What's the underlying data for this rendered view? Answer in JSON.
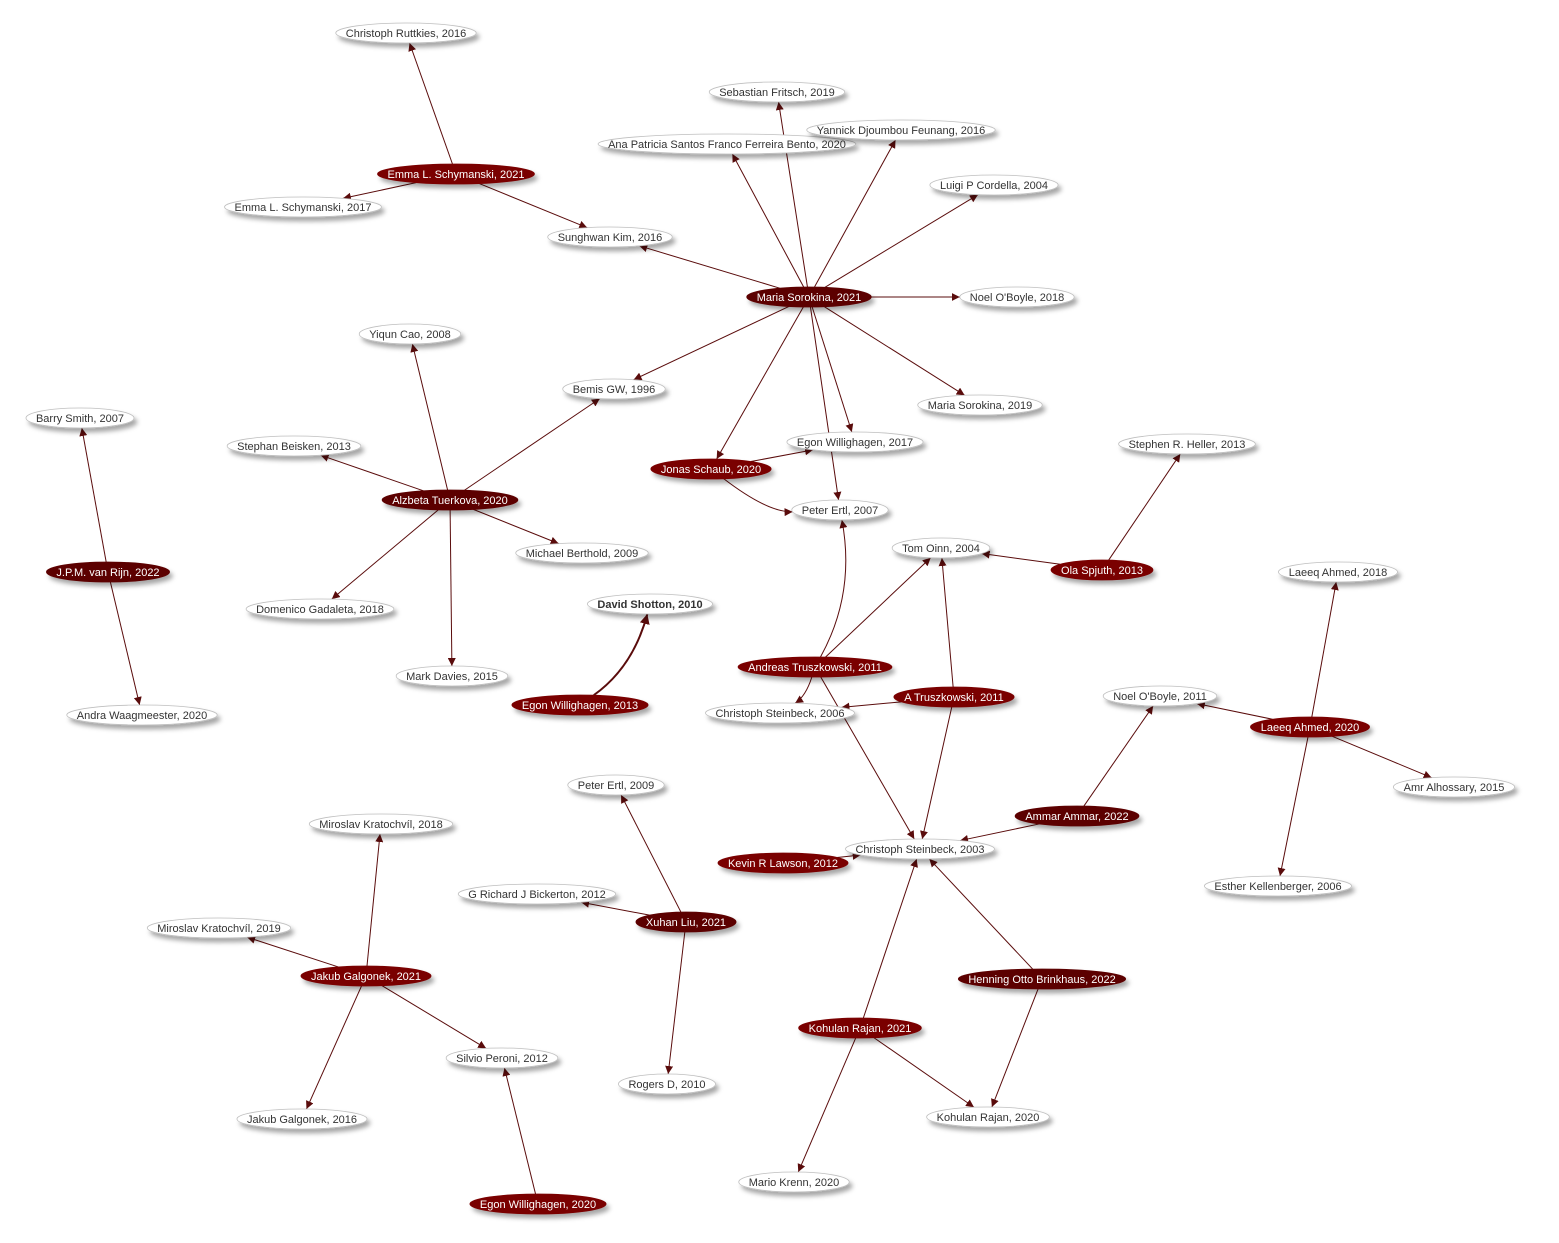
{
  "colors": {
    "edge": "#5a0c0c",
    "node_dark_fill": "#7a0606",
    "node_dark_text": "#ffffff",
    "node_light_fill": "#ffffff",
    "node_light_text": "#333333",
    "node_stroke": "#bfbfbf"
  },
  "nodes": [
    {
      "id": "ruttkies2016",
      "label": "Christoph Ruttkies, 2016",
      "style": "light"
    },
    {
      "id": "schymanski2021",
      "label": "Emma L. Schymanski, 2021",
      "style": "dark"
    },
    {
      "id": "schymanski2017",
      "label": "Emma L. Schymanski, 2017",
      "style": "light"
    },
    {
      "id": "kim2016",
      "label": "Sunghwan Kim, 2016",
      "style": "light"
    },
    {
      "id": "fritsch2019",
      "label": "Sebastian Fritsch, 2019",
      "style": "light"
    },
    {
      "id": "bento2020",
      "label": "Ana Patricia Santos Franco Ferreira Bento, 2020",
      "style": "light"
    },
    {
      "id": "djoumbou2016",
      "label": "Yannick Djoumbou Feunang, 2016",
      "style": "light"
    },
    {
      "id": "cordella2004",
      "label": "Luigi P Cordella, 2004",
      "style": "light"
    },
    {
      "id": "sorokina2021",
      "label": "Maria Sorokina, 2021",
      "style": "darker"
    },
    {
      "id": "oboyle2018",
      "label": "Noel O'Boyle, 2018",
      "style": "light"
    },
    {
      "id": "sorokina2019",
      "label": "Maria Sorokina, 2019",
      "style": "light"
    },
    {
      "id": "bemis1996",
      "label": "Bemis GW, 1996",
      "style": "light"
    },
    {
      "id": "cao2008",
      "label": "Yiqun Cao, 2008",
      "style": "light"
    },
    {
      "id": "beisken2013",
      "label": "Stephan Beisken, 2013",
      "style": "light"
    },
    {
      "id": "turkova2020",
      "label": "Alzbeta Tuerkova, 2020",
      "style": "darker"
    },
    {
      "id": "berthold2009",
      "label": "Michael Berthold, 2009",
      "style": "light"
    },
    {
      "id": "gadaleta2018",
      "label": "Domenico Gadaleta, 2018",
      "style": "light"
    },
    {
      "id": "davies2015",
      "label": "Mark Davies, 2015",
      "style": "light"
    },
    {
      "id": "smith2007",
      "label": "Barry Smith, 2007",
      "style": "light"
    },
    {
      "id": "vanrijn2022",
      "label": "J.P.M. van Rijn, 2022",
      "style": "darker"
    },
    {
      "id": "waagmeester2020",
      "label": "Andra Waagmeester, 2020",
      "style": "light"
    },
    {
      "id": "willighagen2017",
      "label": "Egon Willighagen, 2017",
      "style": "light"
    },
    {
      "id": "schaub2020",
      "label": "Jonas Schaub, 2020",
      "style": "dark"
    },
    {
      "id": "ertl2007",
      "label": "Peter Ertl, 2007",
      "style": "light"
    },
    {
      "id": "heller2013",
      "label": "Stephen R. Heller, 2013",
      "style": "light"
    },
    {
      "id": "oinn2004",
      "label": "Tom Oinn, 2004",
      "style": "light"
    },
    {
      "id": "spjuth2013",
      "label": "Ola Spjuth, 2013",
      "style": "dark"
    },
    {
      "id": "shotton2010",
      "label": "David Shotton, 2010",
      "style": "light",
      "bold": true
    },
    {
      "id": "willighagen2013",
      "label": "Egon Willighagen, 2013",
      "style": "dark"
    },
    {
      "id": "atruszkowski2011",
      "label": "Andreas Truszkowski, 2011",
      "style": "dark"
    },
    {
      "id": "truszkowski2011",
      "label": "A Truszkowski, 2011",
      "style": "dark"
    },
    {
      "id": "steinbeck2006",
      "label": "Christoph Steinbeck, 2006",
      "style": "light"
    },
    {
      "id": "ahmed2018",
      "label": "Laeeq Ahmed, 2018",
      "style": "light"
    },
    {
      "id": "oboyle2011",
      "label": "Noel O'Boyle, 2011",
      "style": "light"
    },
    {
      "id": "ahmed2020",
      "label": "Laeeq Ahmed, 2020",
      "style": "dark"
    },
    {
      "id": "alhossary2015",
      "label": "Amr Alhossary, 2015",
      "style": "light"
    },
    {
      "id": "ammar2022",
      "label": "Ammar Ammar, 2022",
      "style": "darker"
    },
    {
      "id": "steinbeck2003",
      "label": "Christoph Steinbeck, 2003",
      "style": "light"
    },
    {
      "id": "lawson2012",
      "label": "Kevin R Lawson, 2012",
      "style": "dark"
    },
    {
      "id": "kellenberger2006",
      "label": "Esther Kellenberger, 2006",
      "style": "light"
    },
    {
      "id": "ertl2009",
      "label": "Peter Ertl, 2009",
      "style": "light"
    },
    {
      "id": "bickerton2012",
      "label": "G Richard J Bickerton, 2012",
      "style": "light"
    },
    {
      "id": "liu2021",
      "label": "Xuhan Liu, 2021",
      "style": "darker"
    },
    {
      "id": "rogers2010",
      "label": "Rogers D, 2010",
      "style": "light"
    },
    {
      "id": "kratochvil2018",
      "label": "Miroslav Kratochvíl, 2018",
      "style": "light"
    },
    {
      "id": "kratochvil2019",
      "label": "Miroslav Kratochvíl, 2019",
      "style": "light"
    },
    {
      "id": "galgonek2021",
      "label": "Jakub Galgonek, 2021",
      "style": "dark"
    },
    {
      "id": "peroni2012",
      "label": "Silvio Peroni, 2012",
      "style": "light"
    },
    {
      "id": "galgonek2016",
      "label": "Jakub Galgonek, 2016",
      "style": "light"
    },
    {
      "id": "willighagen2020",
      "label": "Egon Willighagen, 2020",
      "style": "dark"
    },
    {
      "id": "brinkhaus2022",
      "label": "Henning Otto Brinkhaus, 2022",
      "style": "darker"
    },
    {
      "id": "rajan2021",
      "label": "Kohulan Rajan, 2021",
      "style": "dark"
    },
    {
      "id": "rajan2020",
      "label": "Kohulan Rajan, 2020",
      "style": "light"
    },
    {
      "id": "krenn2020",
      "label": "Mario Krenn, 2020",
      "style": "light"
    }
  ],
  "edges": [
    {
      "from": "schymanski2021",
      "to": "ruttkies2016"
    },
    {
      "from": "schymanski2021",
      "to": "schymanski2017"
    },
    {
      "from": "schymanski2021",
      "to": "kim2016"
    },
    {
      "from": "sorokina2021",
      "to": "kim2016"
    },
    {
      "from": "sorokina2021",
      "to": "fritsch2019"
    },
    {
      "from": "sorokina2021",
      "to": "bento2020"
    },
    {
      "from": "sorokina2021",
      "to": "djoumbou2016"
    },
    {
      "from": "sorokina2021",
      "to": "cordella2004"
    },
    {
      "from": "sorokina2021",
      "to": "oboyle2018"
    },
    {
      "from": "sorokina2021",
      "to": "sorokina2019"
    },
    {
      "from": "sorokina2021",
      "to": "bemis1996"
    },
    {
      "from": "sorokina2021",
      "to": "willighagen2017"
    },
    {
      "from": "sorokina2021",
      "to": "schaub2020"
    },
    {
      "from": "sorokina2021",
      "to": "ertl2007"
    },
    {
      "from": "turkova2020",
      "to": "cao2008"
    },
    {
      "from": "turkova2020",
      "to": "beisken2013"
    },
    {
      "from": "turkova2020",
      "to": "bemis1996"
    },
    {
      "from": "turkova2020",
      "to": "berthold2009"
    },
    {
      "from": "turkova2020",
      "to": "gadaleta2018"
    },
    {
      "from": "turkova2020",
      "to": "davies2015"
    },
    {
      "from": "vanrijn2022",
      "to": "smith2007"
    },
    {
      "from": "vanrijn2022",
      "to": "waagmeester2020"
    },
    {
      "from": "schaub2020",
      "to": "willighagen2017"
    },
    {
      "from": "schaub2020",
      "to": "ertl2007",
      "curve": 1
    },
    {
      "from": "spjuth2013",
      "to": "heller2013"
    },
    {
      "from": "spjuth2013",
      "to": "oinn2004"
    },
    {
      "from": "willighagen2013",
      "to": "shotton2010",
      "thick": true,
      "curve": 1
    },
    {
      "from": "atruszkowski2011",
      "to": "ertl2007",
      "curve": 1
    },
    {
      "from": "atruszkowski2011",
      "to": "oinn2004"
    },
    {
      "from": "atruszkowski2011",
      "to": "steinbeck2006",
      "curve": -1
    },
    {
      "from": "atruszkowski2011",
      "to": "steinbeck2003"
    },
    {
      "from": "truszkowski2011",
      "to": "oinn2004"
    },
    {
      "from": "truszkowski2011",
      "to": "steinbeck2006"
    },
    {
      "from": "truszkowski2011",
      "to": "steinbeck2003"
    },
    {
      "from": "ahmed2020",
      "to": "ahmed2018"
    },
    {
      "from": "ahmed2020",
      "to": "oboyle2011"
    },
    {
      "from": "ahmed2020",
      "to": "alhossary2015"
    },
    {
      "from": "ahmed2020",
      "to": "kellenberger2006"
    },
    {
      "from": "ammar2022",
      "to": "oboyle2011"
    },
    {
      "from": "ammar2022",
      "to": "steinbeck2003"
    },
    {
      "from": "lawson2012",
      "to": "steinbeck2003"
    },
    {
      "from": "liu2021",
      "to": "ertl2009"
    },
    {
      "from": "liu2021",
      "to": "bickerton2012"
    },
    {
      "from": "liu2021",
      "to": "rogers2010"
    },
    {
      "from": "galgonek2021",
      "to": "kratochvil2018"
    },
    {
      "from": "galgonek2021",
      "to": "kratochvil2019"
    },
    {
      "from": "galgonek2021",
      "to": "peroni2012"
    },
    {
      "from": "galgonek2021",
      "to": "galgonek2016"
    },
    {
      "from": "willighagen2020",
      "to": "peroni2012"
    },
    {
      "from": "brinkhaus2022",
      "to": "steinbeck2003"
    },
    {
      "from": "brinkhaus2022",
      "to": "rajan2020"
    },
    {
      "from": "rajan2021",
      "to": "steinbeck2003"
    },
    {
      "from": "rajan2021",
      "to": "rajan2020"
    },
    {
      "from": "rajan2021",
      "to": "krenn2020"
    }
  ]
}
